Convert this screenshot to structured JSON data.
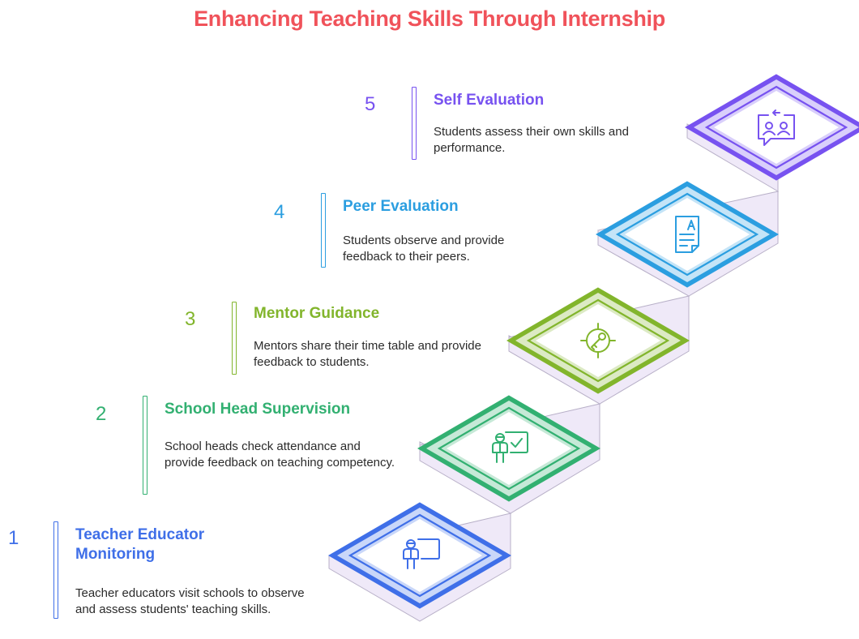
{
  "title": "Enhancing Teaching Skills Through Internship",
  "steps": [
    {
      "number": "1",
      "heading": "Teacher Educator Monitoring",
      "description": "Teacher educators visit schools to observe and assess students' teaching skills.",
      "color": "#3f6fe8",
      "icon": "teacher-board-icon"
    },
    {
      "number": "2",
      "heading": "School Head Supervision",
      "description": "School heads check attendance and provide feedback on teaching competency.",
      "color": "#32b071",
      "icon": "teacher-check-icon"
    },
    {
      "number": "3",
      "heading": "Mentor Guidance",
      "description": "Mentors share their time table and provide feedback to students.",
      "color": "#82b52c",
      "icon": "target-key-icon"
    },
    {
      "number": "4",
      "heading": "Peer Evaluation",
      "description": "Students observe and provide feedback to their peers.",
      "color": "#2b9ee0",
      "icon": "graded-paper-icon"
    },
    {
      "number": "5",
      "heading": "Self Evaluation",
      "description": "Students assess their own skills and performance.",
      "color": "#7752f0",
      "icon": "people-exchange-icon"
    }
  ]
}
